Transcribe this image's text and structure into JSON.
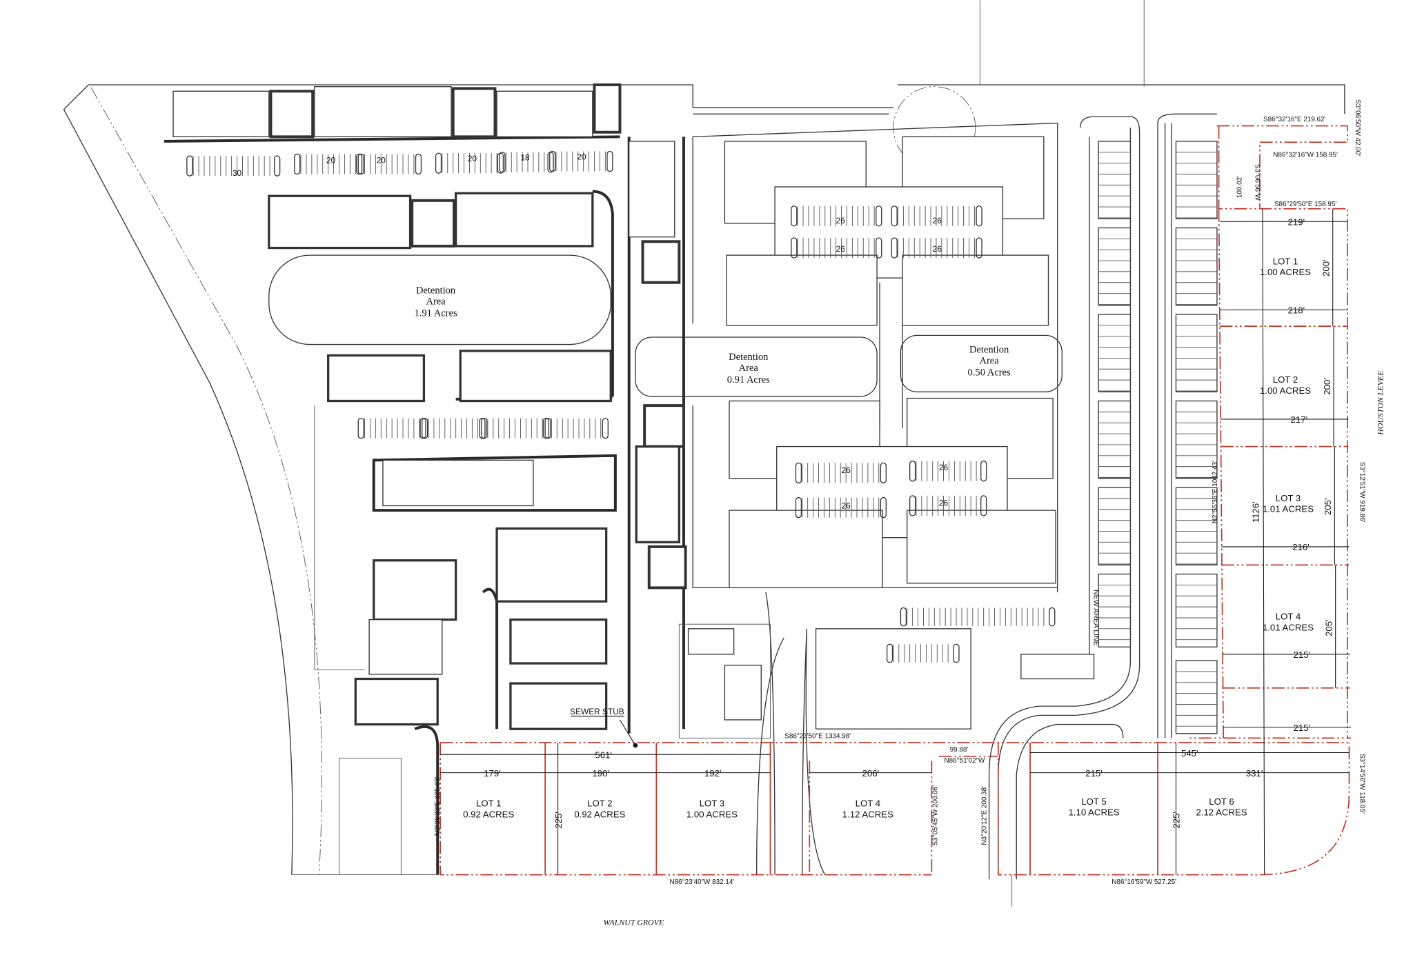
{
  "street_labels": {
    "walnut_grove": "WALNUT GROVE",
    "houston_levee": "HOUSTON LEVEE"
  },
  "annotations": {
    "sewer_stub": "SEWER STUB",
    "new_area_line": "NEW AREA LINE"
  },
  "detention_areas": [
    {
      "title": "Detention",
      "sub": "Area",
      "size": "1.91 Acres"
    },
    {
      "title": "Detention",
      "sub": "Area",
      "size": "0.91 Acres"
    },
    {
      "title": "Detention",
      "sub": "Area",
      "size": "0.50 Acres"
    }
  ],
  "parking_counts": [
    "30",
    "20",
    "20",
    "20",
    "18",
    "20",
    "26",
    "26",
    "26",
    "26",
    "26",
    "26",
    "26",
    "26"
  ],
  "south_lots": [
    {
      "name": "LOT 1",
      "area": "0.92 ACRES"
    },
    {
      "name": "LOT 2",
      "area": "0.92 ACRES"
    },
    {
      "name": "LOT 3",
      "area": "1.00 ACRES"
    },
    {
      "name": "LOT 4",
      "area": "1.12 ACRES"
    },
    {
      "name": "LOT 5",
      "area": "1.10 ACRES"
    },
    {
      "name": "LOT 6",
      "area": "2.12 ACRES"
    }
  ],
  "east_lots": [
    {
      "name": "LOT 1",
      "area": "1.00 ACRES"
    },
    {
      "name": "LOT 2",
      "area": "1.00 ACRES"
    },
    {
      "name": "LOT 3",
      "area": "1.01 ACRES"
    },
    {
      "name": "LOT 4",
      "area": "1.01 ACRES"
    }
  ],
  "dimensions": [
    "219'",
    "218'",
    "217'",
    "216'",
    "215'",
    "215'",
    "200'",
    "200'",
    "205'",
    "205'",
    "1126'",
    "561'",
    "179'",
    "190'",
    "192'",
    "206'",
    "225'",
    "545'",
    "215'",
    "331'",
    "225'"
  ],
  "bearings": [
    "S86°32'16\"E 219.62'",
    "S3°06'50\"W 42.00'",
    "N86°32'16\"W 158.95'",
    "100.02'",
    "S3°06'56\"W",
    "S86°29'50\"E 158.95'",
    "S3°12'51\"W 919.86'",
    "N2°55'35\"E 1042.43'",
    "N2°36'22\"E 225.03'",
    "N86°23'40\"W 832.14'",
    "S86°23'50\"E 1334.98'",
    "99.88'",
    "N86°51'02\"W",
    "S3°05'45\"W 200.06'",
    "N3°20'12\"E 200.38'",
    "N86°16'59\"W 527.25'",
    "S3°14'56\"W 118.05'"
  ],
  "colors": {
    "lot_line": "#c0392b",
    "linework": "#2a2a2a",
    "background": "#ffffff"
  }
}
